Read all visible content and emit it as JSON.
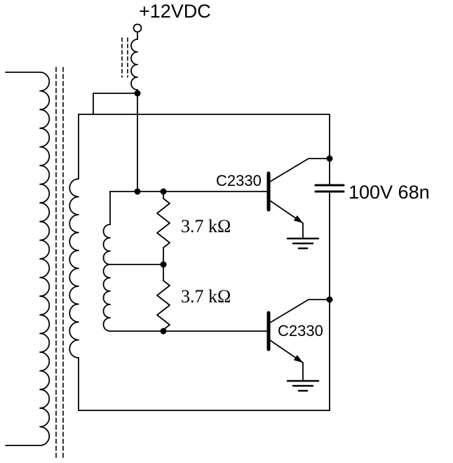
{
  "schematic": {
    "background": "#ffffff",
    "line_color": "#000000",
    "supply_label": "+12VDC",
    "transistor_top": "C2330",
    "transistor_bottom": "C2330",
    "resistor_top": "3.7 kΩ",
    "resistor_bottom": "3.7 kΩ",
    "capacitor_label": "100V 68n",
    "symbols": [
      "supply-terminal",
      "choke-inductor",
      "transformer-core",
      "secondary-winding",
      "primary-winding",
      "feedback-winding",
      "bias-resistor-top",
      "bias-resistor-bottom",
      "npn-transistor-top",
      "npn-transistor-bottom",
      "resonant-capacitor",
      "ground-top",
      "ground-bottom"
    ]
  }
}
